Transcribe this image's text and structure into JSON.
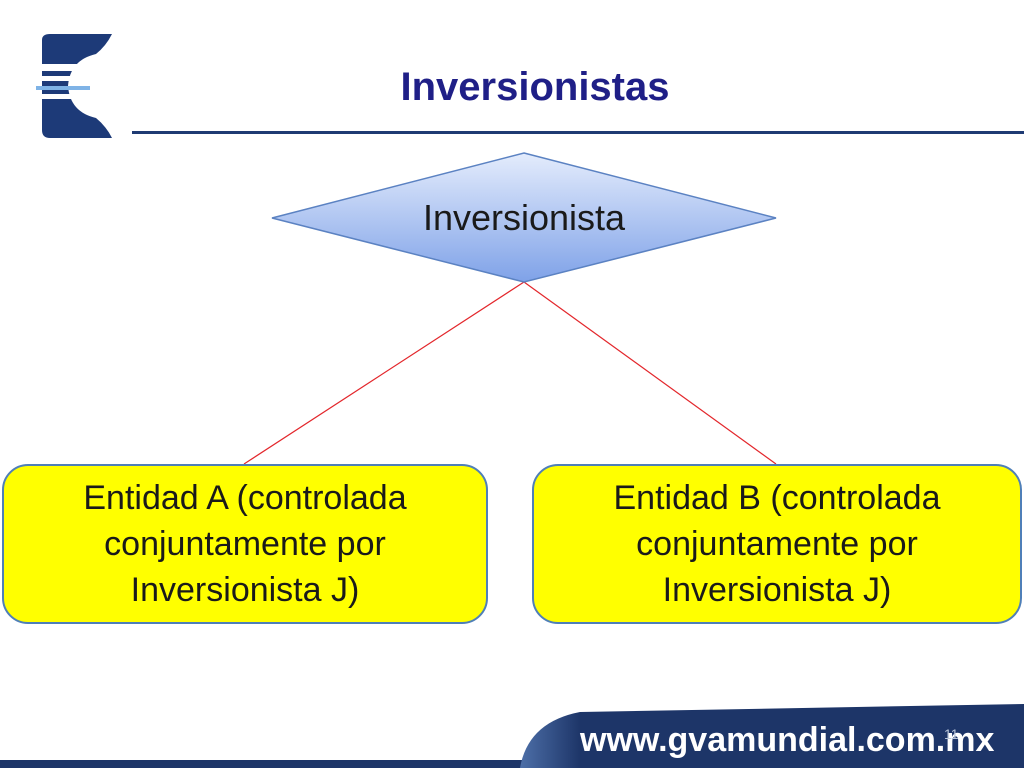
{
  "slide": {
    "title": "Inversionistas",
    "page_number": "11"
  },
  "diagram": {
    "root": {
      "label": "Inversionista",
      "shape": "diamond",
      "fill_top": "#dbe6fb",
      "fill_bottom": "#7fa2e8"
    },
    "children": [
      {
        "label": "Entidad A (controlada conjuntamente por Inversionista J)"
      },
      {
        "label": "Entidad B (controlada conjuntamente por Inversionista J)"
      }
    ],
    "connector_color": "#e3262b",
    "box_fill": "#ffff00",
    "box_border": "#4f7fb8"
  },
  "footer": {
    "url": "www.gvamundial.com.mx",
    "band_color": "#1d3568"
  },
  "colors": {
    "title": "#1f1f87",
    "rule": "#1f3b73",
    "logo": "#1d3a78"
  }
}
